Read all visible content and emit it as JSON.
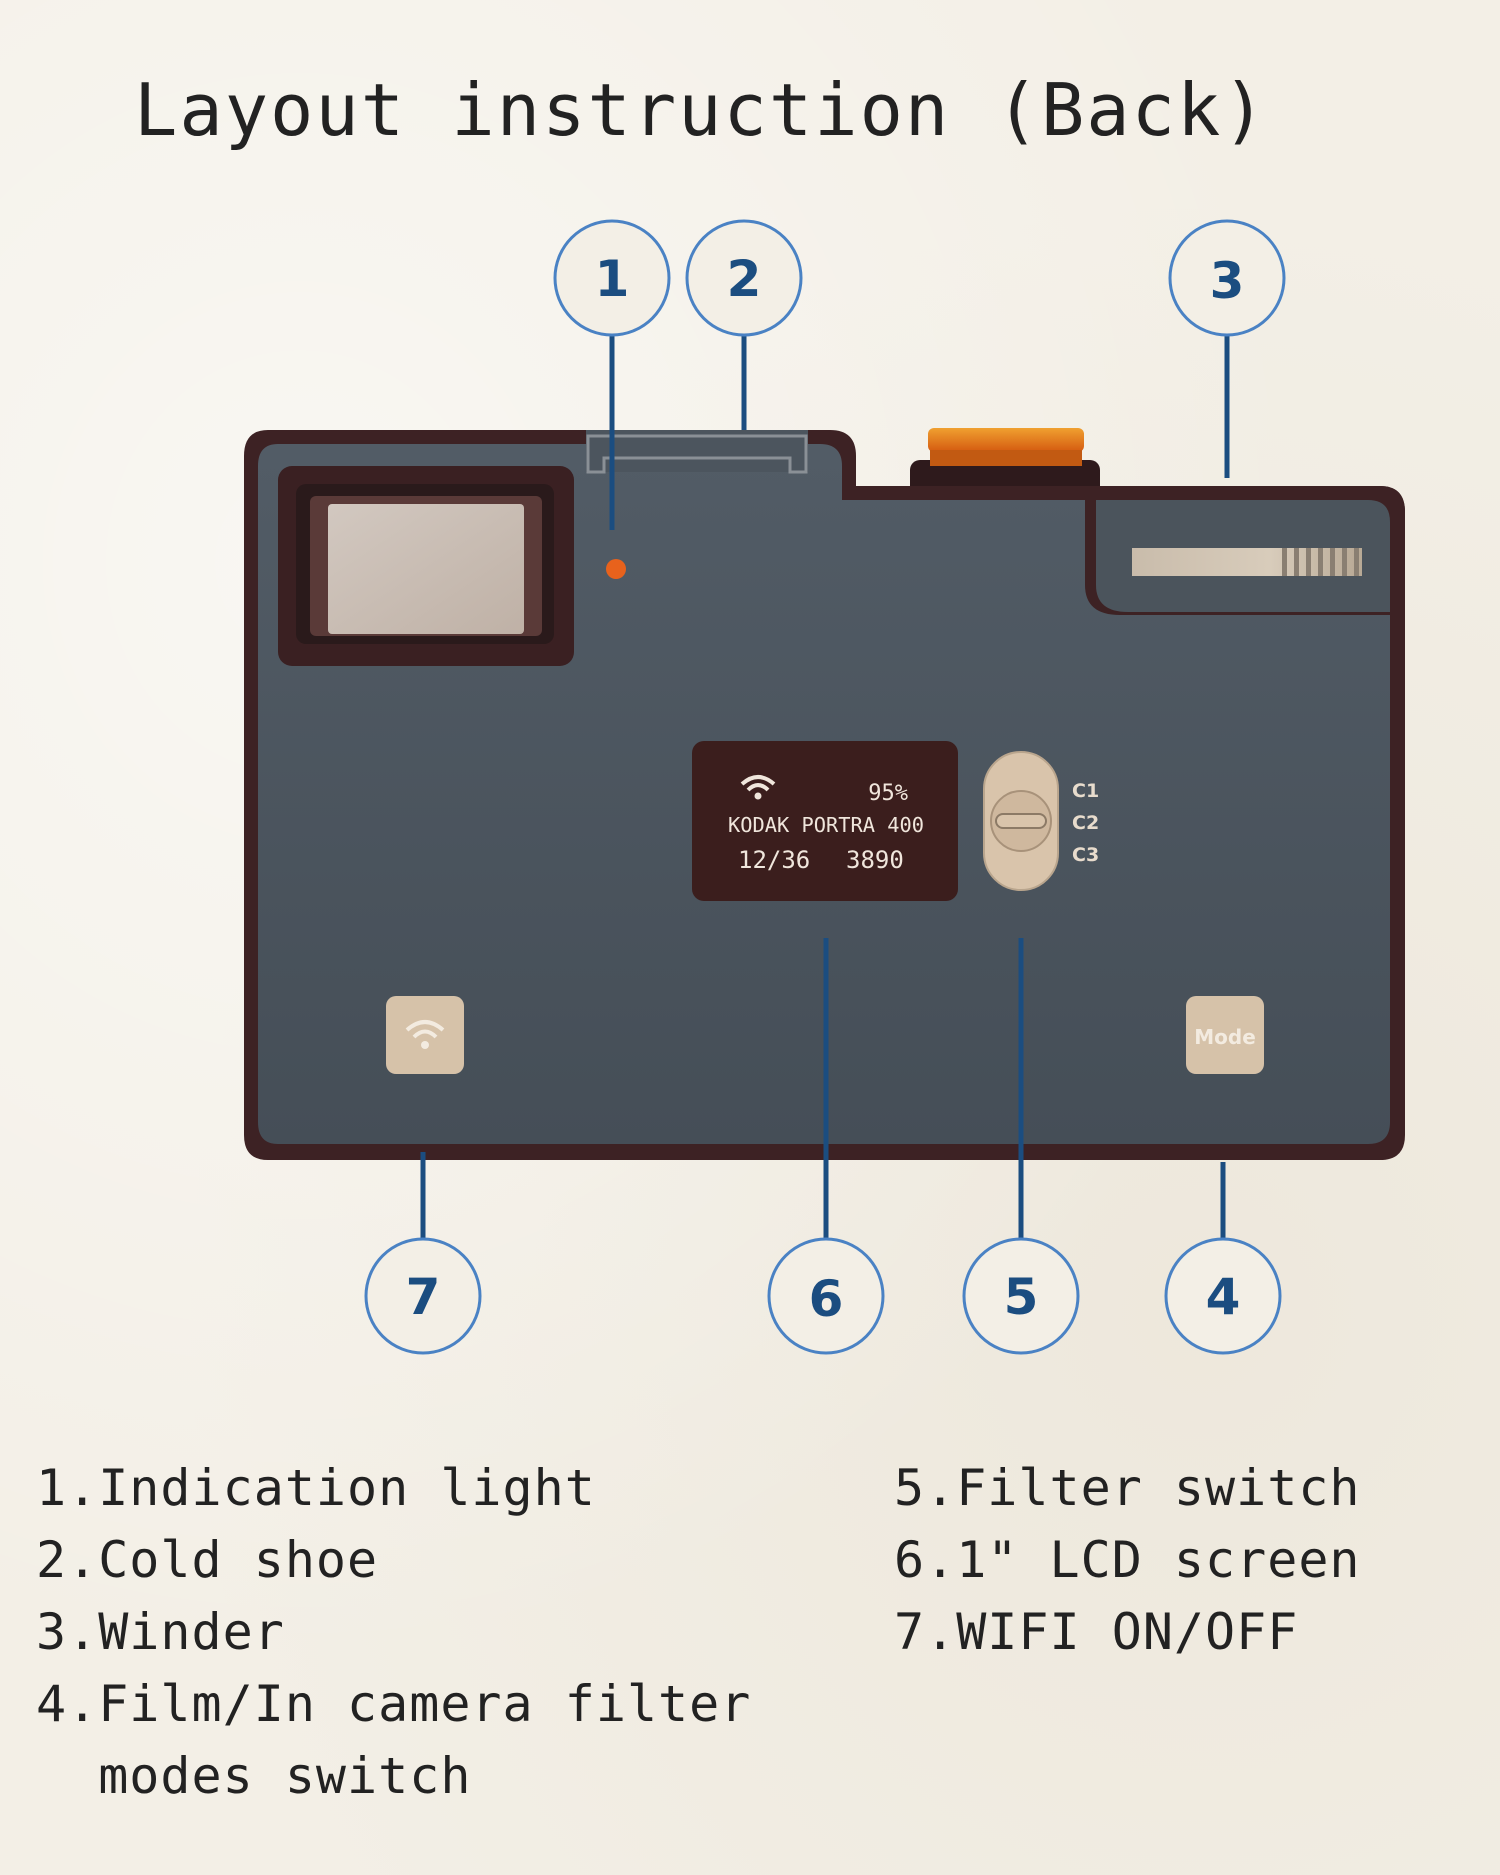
{
  "title": "Layout instruction (Back)",
  "callouts": [
    "1",
    "2",
    "3",
    "4",
    "5",
    "6",
    "7"
  ],
  "lcd": {
    "battery": "95%",
    "film": "KODAK PORTRA 400",
    "frames": "12/36",
    "shutter": "3890"
  },
  "filter_switch": {
    "positions": [
      "C1",
      "C2",
      "C3"
    ]
  },
  "mode_button": {
    "label": "Mode"
  },
  "legend": {
    "item1": "1.Indication light",
    "item2": "2.Cold shoe",
    "item3": "3.Winder",
    "item4_line1": "4.Film/In camera filter",
    "item4_line2": "  modes switch",
    "item5": "5.Filter switch",
    "item6": "6.1\" LCD screen",
    "item7": "7.WIFI ON/OFF"
  },
  "colors": {
    "callout": "#1b4d80",
    "body": "#4a535c",
    "frame": "#3d2224",
    "accent": "#e47f1c",
    "button": "#d6c2a9"
  }
}
